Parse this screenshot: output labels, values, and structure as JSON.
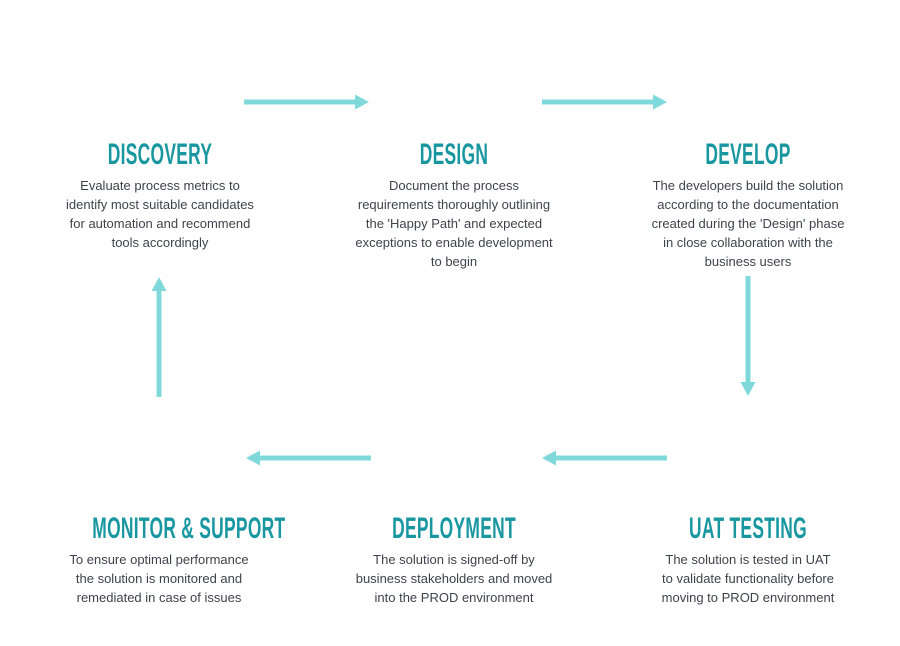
{
  "colors": {
    "heading_teal": "#1897A1",
    "arrow_teal": "#7FD9DB",
    "body_text": "#3E434B",
    "background": "#FFFFFF"
  },
  "diagram": {
    "type": "process-cycle",
    "stage_count": 6
  },
  "stages": [
    {
      "id": "discovery",
      "title": "DISCOVERY",
      "description": "Evaluate process metrics to\nidentify most suitable candidates\nfor automation and recommend\ntools accordingly"
    },
    {
      "id": "design",
      "title": "DESIGN",
      "description": "Document the process\nrequirements thoroughly outlining\nthe 'Happy Path' and expected\nexceptions to enable development\nto begin"
    },
    {
      "id": "develop",
      "title": "DEVELOP",
      "description": "The developers build the solution\naccording to the documentation\ncreated during the 'Design' phase\nin close collaboration with the\nbusiness users"
    },
    {
      "id": "uat-testing",
      "title": "UAT TESTING",
      "description": "The solution is tested in UAT\nto validate functionality before\nmoving to PROD environment"
    },
    {
      "id": "deployment",
      "title": "DEPLOYMENT",
      "description": "The solution is signed-off by\nbusiness stakeholders and moved\ninto the PROD environment"
    },
    {
      "id": "monitor-support",
      "title": "MONITOR & SUPPORT",
      "description": "To ensure optimal performance\nthe solution is monitored and\nremediated in case of issues"
    }
  ],
  "arrows": [
    {
      "name": "arrow-discovery-to-design",
      "direction": "right"
    },
    {
      "name": "arrow-design-to-develop",
      "direction": "right"
    },
    {
      "name": "arrow-develop-to-uat",
      "direction": "down"
    },
    {
      "name": "arrow-uat-to-deployment",
      "direction": "left"
    },
    {
      "name": "arrow-deployment-to-monitor",
      "direction": "left"
    },
    {
      "name": "arrow-monitor-to-discovery",
      "direction": "up"
    }
  ]
}
